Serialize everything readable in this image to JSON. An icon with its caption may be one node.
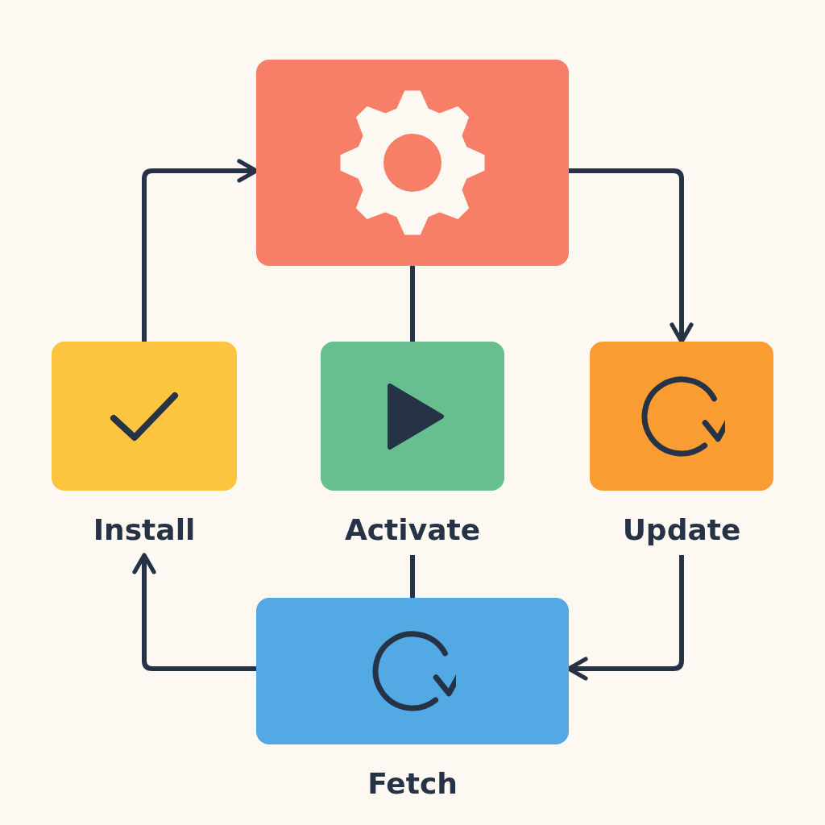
{
  "diagram": {
    "nodes": [
      {
        "text": [],
        "shape": "box"
      },
      {
        "text": [
          "Install"
        ]
      },
      {
        "text": [
          "Activate"
        ]
      },
      {
        "text": [
          "Update"
        ]
      },
      {
        "text": [
          "Fetch"
        ]
      }
    ],
    "edges": [
      {
        "from": 1,
        "to": 0,
        "arrow": "to"
      },
      {
        "from": 0,
        "to": 3,
        "arrow": "to"
      },
      {
        "from": 0,
        "to": 2,
        "arrow": "none"
      },
      {
        "from": 3,
        "to": 4,
        "arrow": "to"
      },
      {
        "from": 4,
        "to": 1,
        "arrow": "to"
      },
      {
        "from": 2,
        "to": 4,
        "arrow": "none"
      }
    ]
  }
}
